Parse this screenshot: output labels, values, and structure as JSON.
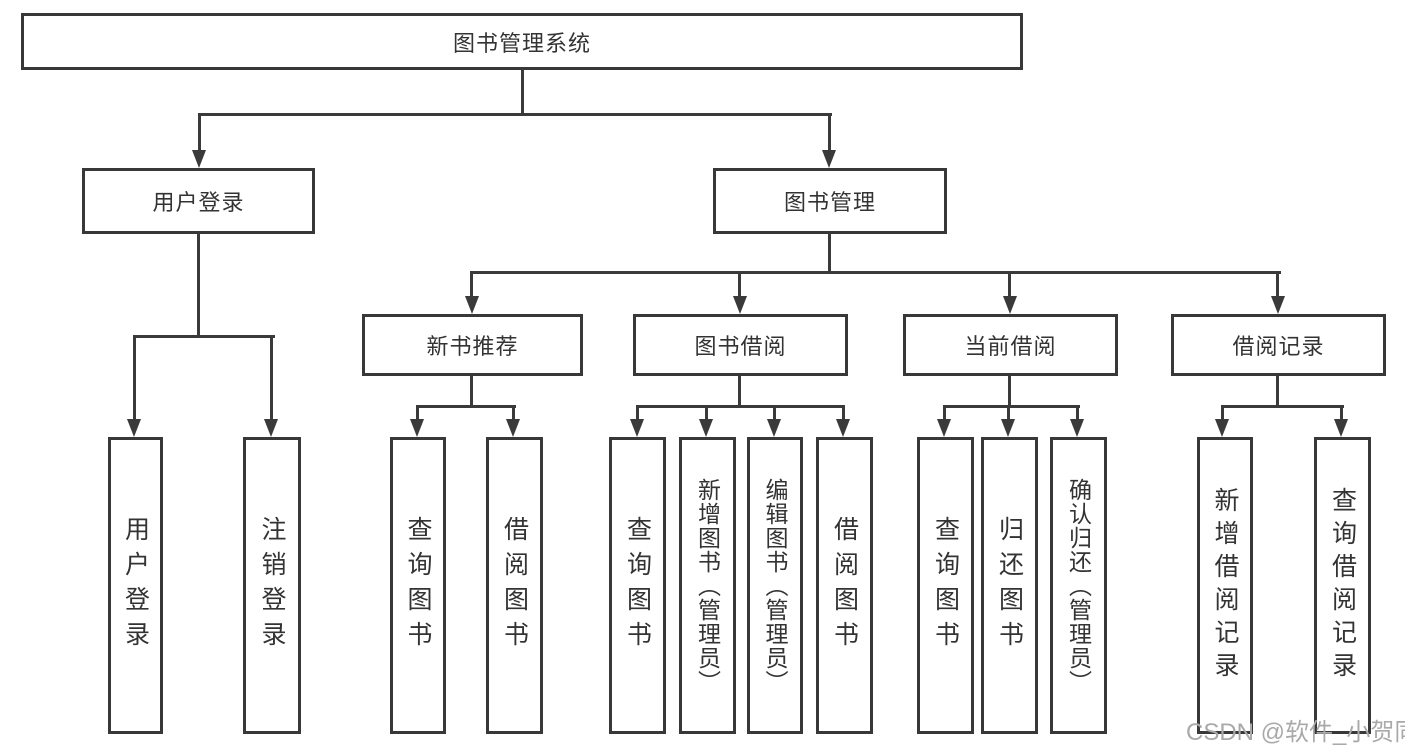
{
  "diagram": {
    "root": {
      "label": "图书管理系统"
    },
    "level2": [
      {
        "label": "用户登录"
      },
      {
        "label": "图书管理"
      }
    ],
    "level3": [
      {
        "label": "新书推荐"
      },
      {
        "label": "图书借阅"
      },
      {
        "label": "当前借阅"
      },
      {
        "label": "借阅记录"
      }
    ],
    "leaves": [
      {
        "label": "用户登录"
      },
      {
        "label": "注销登录"
      },
      {
        "label": "查询图书"
      },
      {
        "label": "借阅图书"
      },
      {
        "label": "查询图书"
      },
      {
        "label": "新增图书（管理员）"
      },
      {
        "label": "编辑图书（管理员）"
      },
      {
        "label": "借阅图书"
      },
      {
        "label": "查询图书"
      },
      {
        "label": "归还图书"
      },
      {
        "label": "确认归还（管理员）"
      },
      {
        "label": "新增借阅记录"
      },
      {
        "label": "查询借阅记录"
      }
    ],
    "watermark": "CSDN @软件_小贺同学",
    "colors": {
      "line": "#3a3a3a",
      "border": "#383838",
      "text": "#333333",
      "watermark": "#a9a9a9",
      "background": "#ffffff"
    }
  }
}
